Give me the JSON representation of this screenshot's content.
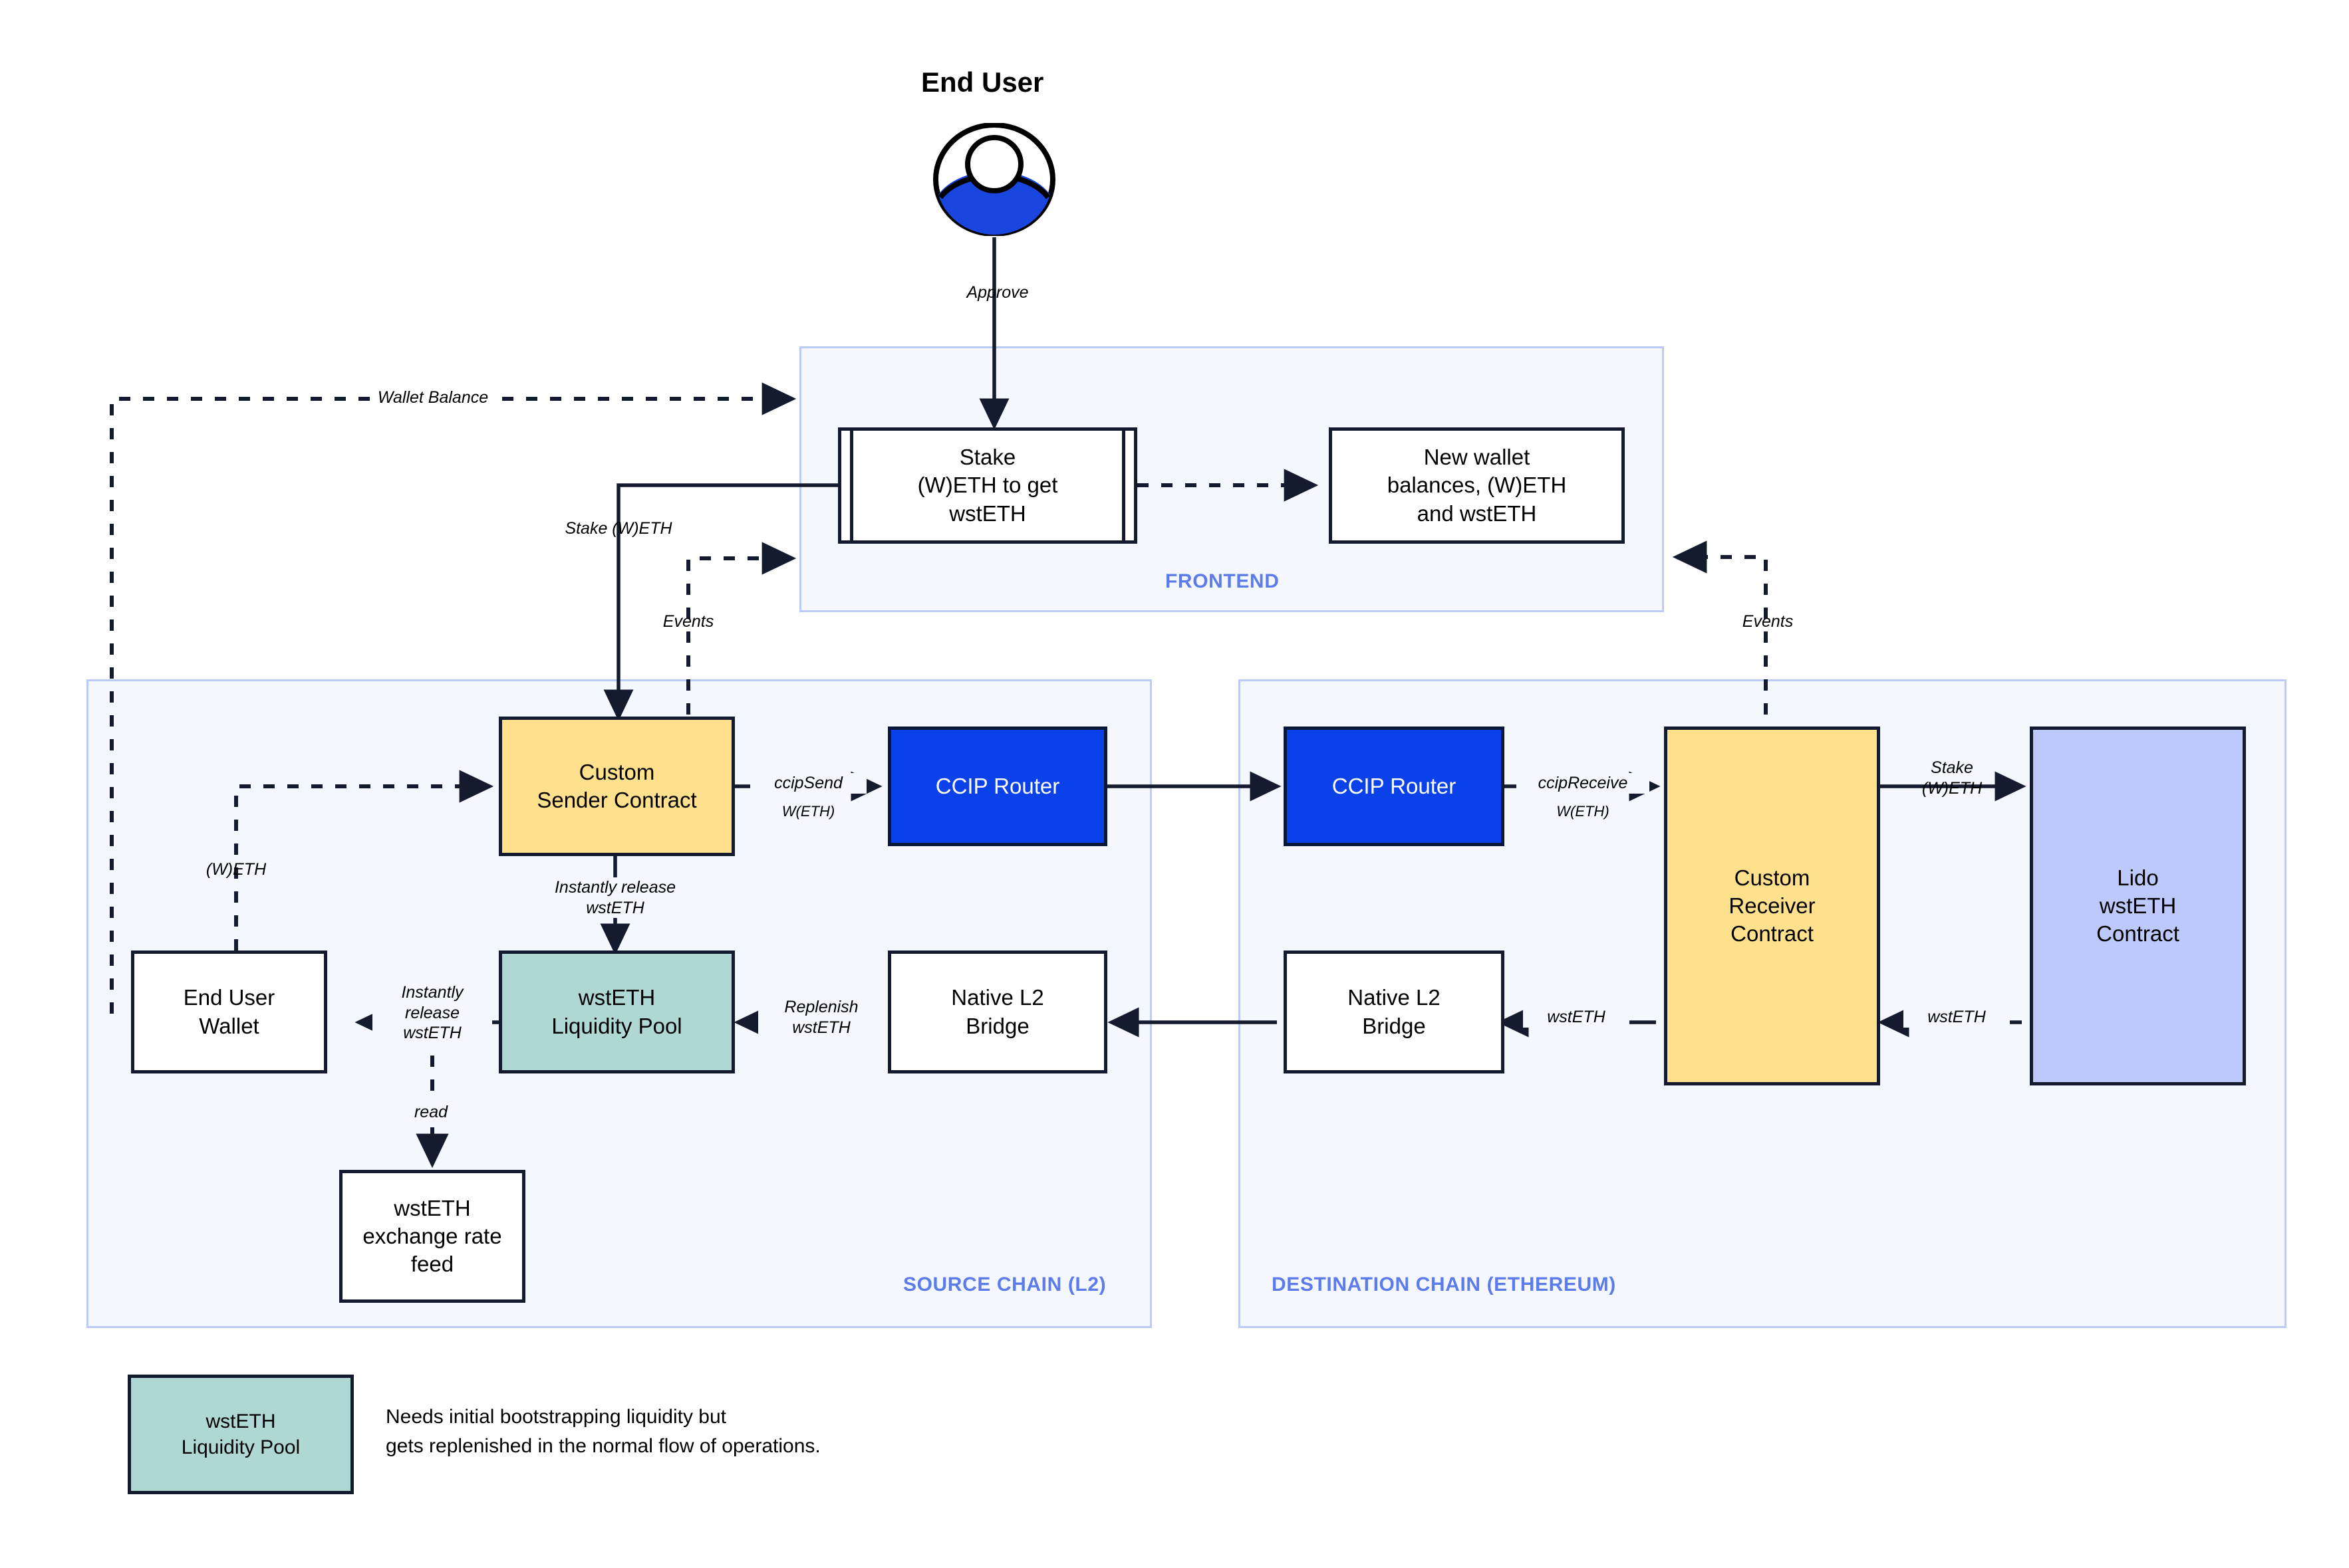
{
  "diagram": {
    "actor": {
      "title": "End User",
      "icon": "user-avatar-icon",
      "accent": "#1A46E0"
    },
    "zones": [
      {
        "id": "frontend",
        "label": "FRONTEND"
      },
      {
        "id": "source",
        "label": "SOURCE CHAIN (L2)"
      },
      {
        "id": "destination",
        "label": "DESTINATION CHAIN (ETHEREUM)"
      }
    ],
    "nodes": {
      "stake_ui": "Stake\n(W)ETH to get\nwstETH",
      "new_balances": "New wallet\nbalances, (W)ETH\nand wstETH",
      "sender": "Custom\nSender Contract",
      "router_src": "CCIP Router",
      "router_dst": "CCIP Router",
      "receiver": "Custom\nReceiver\nContract",
      "lido": "Lido\nwstETH\nContract",
      "wallet": "End User\nWallet",
      "pool": "wstETH\nLiquidity Pool",
      "bridge_src": "Native L2\nBridge",
      "bridge_dst": "Native L2\nBridge",
      "feed": "wstETH\nexchange rate\nfeed"
    },
    "edge_labels": {
      "approve": "Approve",
      "wallet_balance": "Wallet Balance",
      "stake_weth": "Stake (W)ETH",
      "events_left": "Events",
      "events_right": "Events",
      "weth": "(W)ETH",
      "ccip_send": "ccipSend",
      "ccip_send_sub": "W(ETH)",
      "ccip_receive": "ccipReceive",
      "ccip_receive_sub": "W(ETH)",
      "instantly_release_1": "Instantly release\nwstETH",
      "instantly_release_2": "Instantly\nrelease\nwstETH",
      "replenish": "Replenish\nwstETH",
      "read": "read",
      "stake_weth_right": "Stake\n(W)ETH",
      "wsteth_recv": "wstETH",
      "wsteth_lido": "wstETH"
    },
    "legend": {
      "swatch_label": "wstETH\nLiquidity Pool",
      "note": "Needs initial bootstrapping liquidity but\ngets replenished in the normal flow of operations."
    },
    "colors": {
      "amber": "#FFE08C",
      "teal": "#AFD8D4",
      "lavender": "#BCC9FA",
      "router_blue": "#0B41E8",
      "zone_fill": "#F5F7FE",
      "zone_border": "#BCCCFA",
      "zone_label": "#5C7CEB",
      "stroke": "#151B2E"
    }
  }
}
